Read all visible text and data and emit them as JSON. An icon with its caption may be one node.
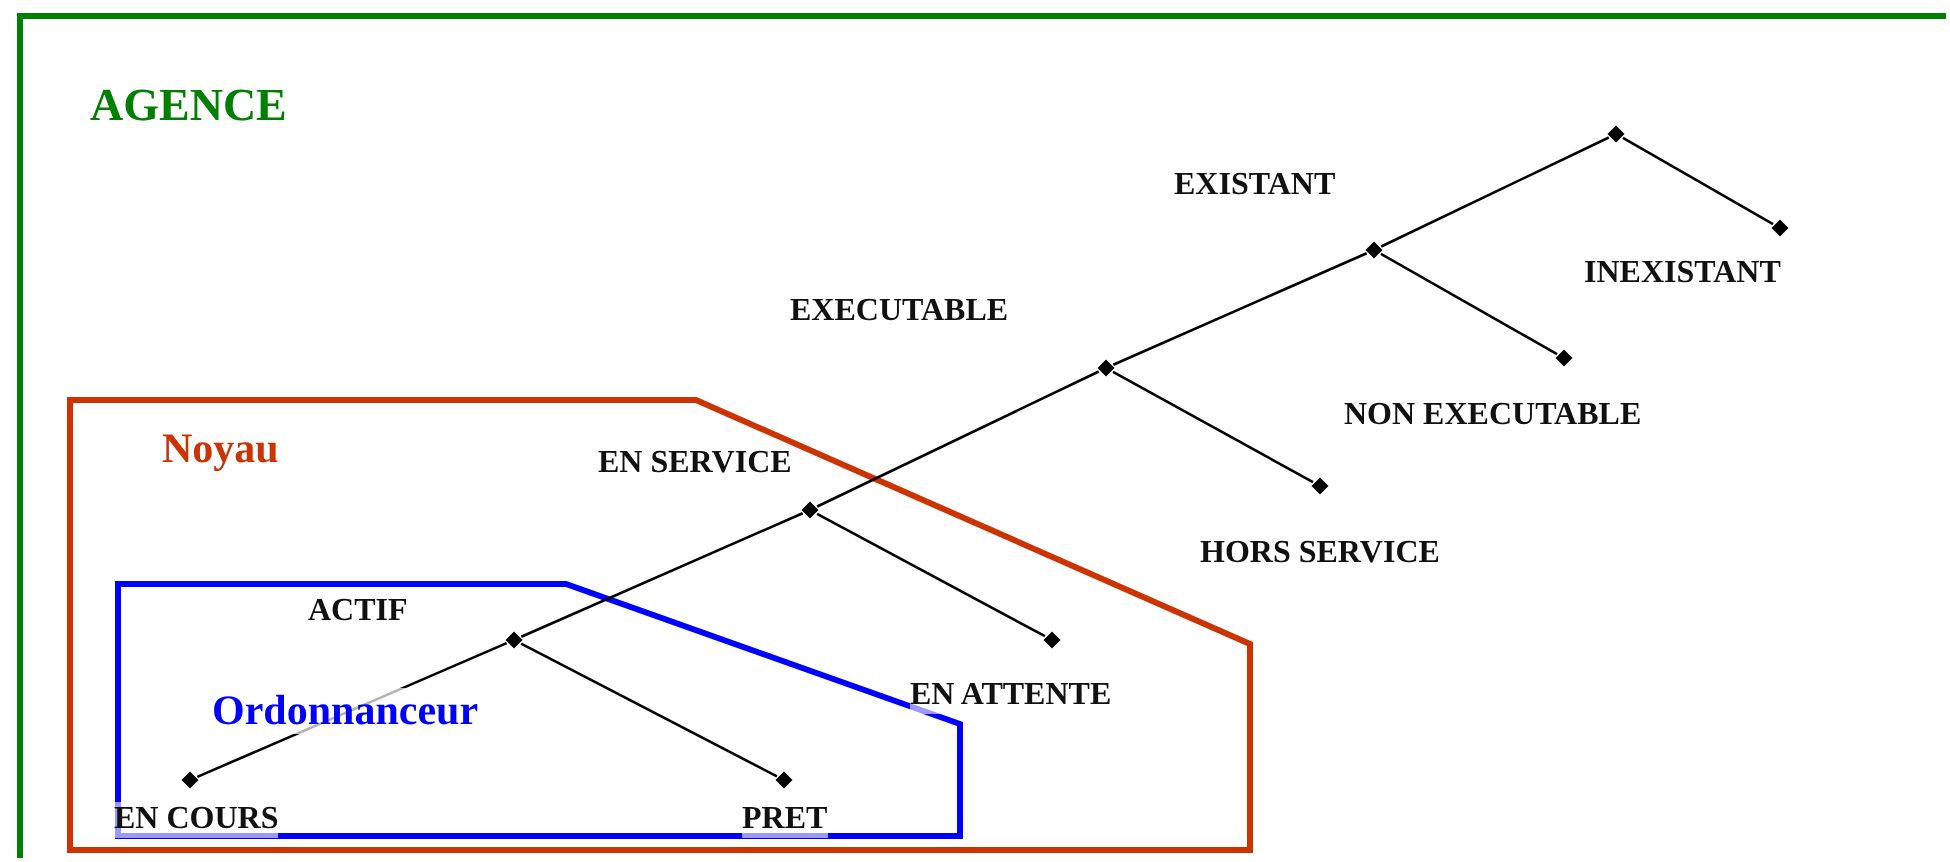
{
  "diagram": {
    "nodes": [
      {
        "text": [
          "AGENCE"
        ]
      },
      {
        "text": [
          "Noyau"
        ],
        "in": 0
      },
      {
        "text": [
          "Ordonnanceur"
        ],
        "in": 1
      },
      {
        "text": [],
        "shape": "box",
        "in": 0
      },
      {
        "text": [],
        "shape": "box",
        "in": 0,
        "beside": [
          "INEXISTANT"
        ]
      },
      {
        "text": [],
        "shape": "box",
        "in": 0,
        "beside": [
          "EXISTANT"
        ]
      },
      {
        "text": [],
        "shape": "box",
        "in": 0,
        "beside": [
          "NON EXECUTABLE"
        ]
      },
      {
        "text": [],
        "shape": "box",
        "in": 0,
        "beside": [
          "EXECUTABLE"
        ]
      },
      {
        "text": [],
        "shape": "box",
        "in": 0,
        "beside": [
          "HORS SERVICE"
        ]
      },
      {
        "text": [],
        "shape": "box",
        "in": 1,
        "beside": [
          "EN SERVICE"
        ]
      },
      {
        "text": [],
        "shape": "box",
        "in": 2,
        "beside": [
          "ACTIF"
        ]
      },
      {
        "text": [],
        "shape": "box",
        "in": 1,
        "beside": [
          "EN ATTENTE"
        ]
      },
      {
        "text": [],
        "shape": "box",
        "in": 2,
        "beside": [
          "EN COURS"
        ]
      },
      {
        "text": [],
        "shape": "box",
        "in": 2,
        "beside": [
          "PRET"
        ]
      }
    ],
    "edges": [
      {
        "from": 3,
        "to": 4,
        "arrow": "none"
      },
      {
        "from": 3,
        "to": 5,
        "arrow": "none"
      },
      {
        "from": 5,
        "to": 6,
        "arrow": "none"
      },
      {
        "from": 5,
        "to": 7,
        "arrow": "none"
      },
      {
        "from": 7,
        "to": 8,
        "arrow": "none"
      },
      {
        "from": 7,
        "to": 9,
        "arrow": "none"
      },
      {
        "from": 9,
        "to": 10,
        "arrow": "none"
      },
      {
        "from": 9,
        "to": 11,
        "arrow": "none"
      },
      {
        "from": 10,
        "to": 12,
        "arrow": "none"
      },
      {
        "from": 10,
        "to": 13,
        "arrow": "none"
      }
    ]
  }
}
